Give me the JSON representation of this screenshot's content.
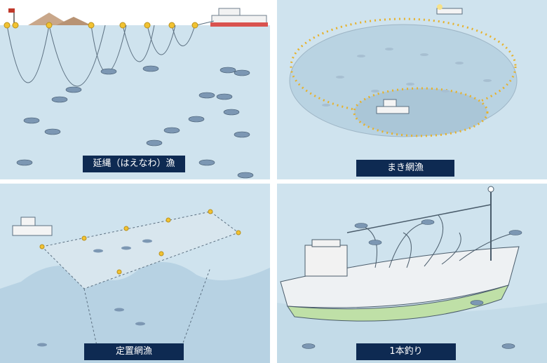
{
  "panels": [
    {
      "label": "延縄（はえなわ）漁"
    },
    {
      "label": "まき網漁"
    },
    {
      "label": "定置網漁"
    },
    {
      "label": "1本釣り"
    }
  ],
  "colors": {
    "sea": "#cfe3ee",
    "sky": "#ffffff",
    "caption_bg": "#0e2a52",
    "float": "#f1c232",
    "line": "#5b6f80",
    "fish": "#7c97b3"
  }
}
